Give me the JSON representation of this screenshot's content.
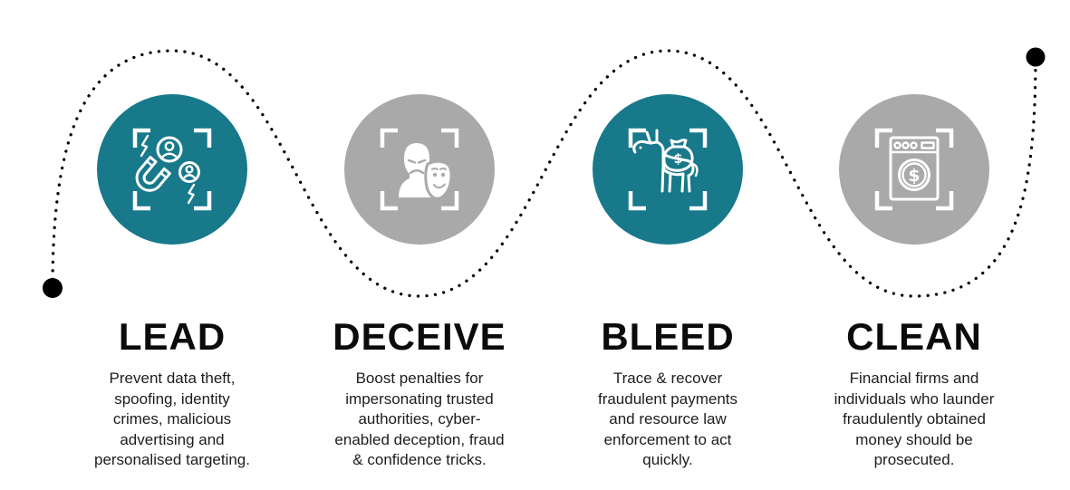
{
  "colors": {
    "teal": "#17798a",
    "gray": "#a9a9a9",
    "path": "#000000",
    "title_text": "#0b0b0b",
    "body_text": "#1d1d1d",
    "background": "#ffffff",
    "icon_stroke": "#ffffff"
  },
  "dollar_symbol": "$",
  "steps": [
    {
      "title": "LEAD",
      "description": "Prevent data theft,\nspoofing, identity\ncrimes, malicious\nadvertising and\npersonalised targeting.",
      "circle_color": "#17798a",
      "icon": "magnet-attracting-users"
    },
    {
      "title": "DECEIVE",
      "description": "Boost penalties for\nimpersonating trusted\nauthorities, cyber-\nenabled deception, fraud\n& confidence tricks.",
      "circle_color": "#a9a9a9",
      "icon": "man-holding-mask"
    },
    {
      "title": "BLEED",
      "description": "Trace & recover\nfraudulent payments\nand resource law\nenforcement to act\nquickly.",
      "circle_color": "#17798a",
      "icon": "money-mule-donkey"
    },
    {
      "title": "CLEAN",
      "description": "Financial firms and\nindividuals who launder\nfraudulently obtained\nmoney should be\nprosecuted.",
      "circle_color": "#a9a9a9",
      "icon": "money-laundering-washing-machine"
    }
  ]
}
